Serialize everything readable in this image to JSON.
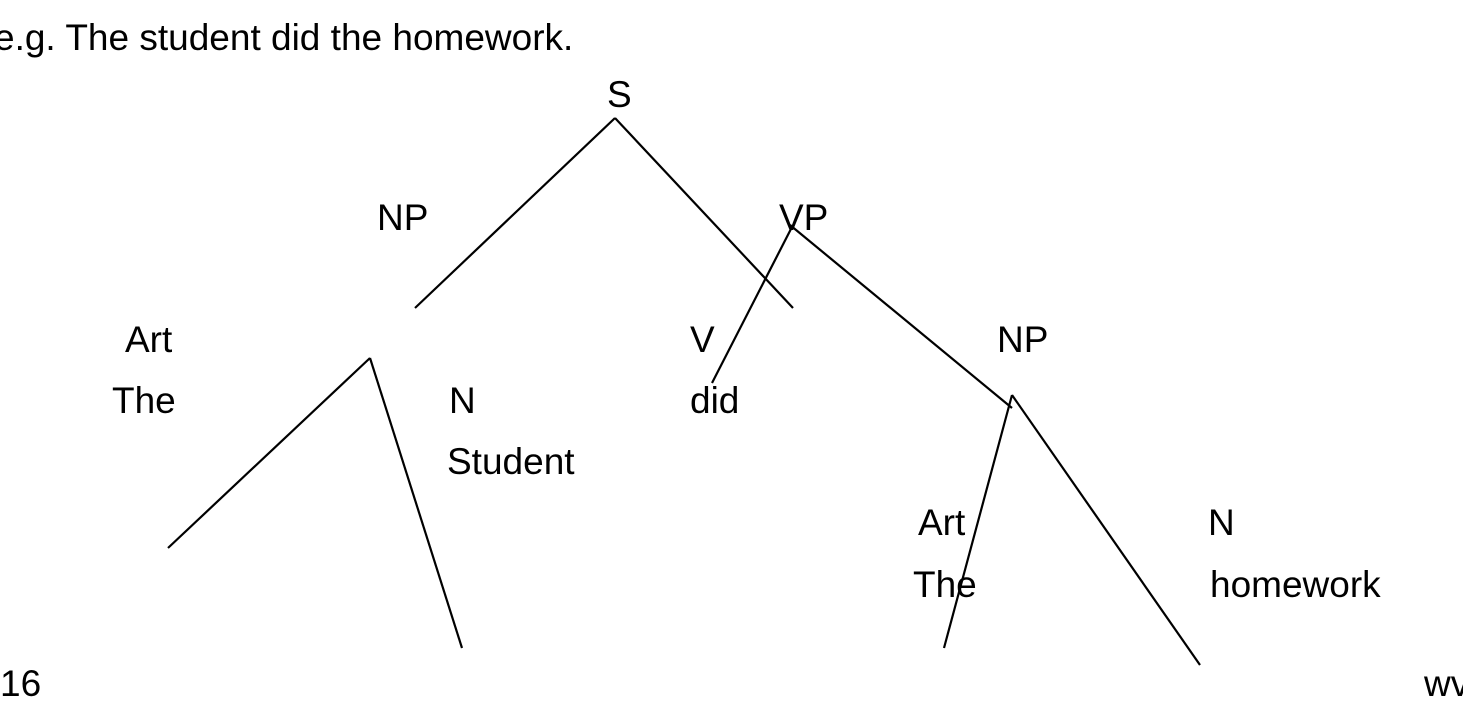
{
  "slide": {
    "example_sentence": "e.g. The student did the homework.",
    "page_number": "16",
    "footer_fragment": "wv"
  },
  "tree": {
    "root": "S",
    "subject_np": "NP",
    "vp": "VP",
    "subject_art": "Art",
    "subject_art_word": "The",
    "subject_n": "N",
    "subject_n_word": "Student",
    "verb": "V",
    "verb_word": "did",
    "object_np": "NP",
    "object_art": "Art",
    "object_art_word": "The",
    "object_n": "N",
    "object_n_word": "homework"
  }
}
